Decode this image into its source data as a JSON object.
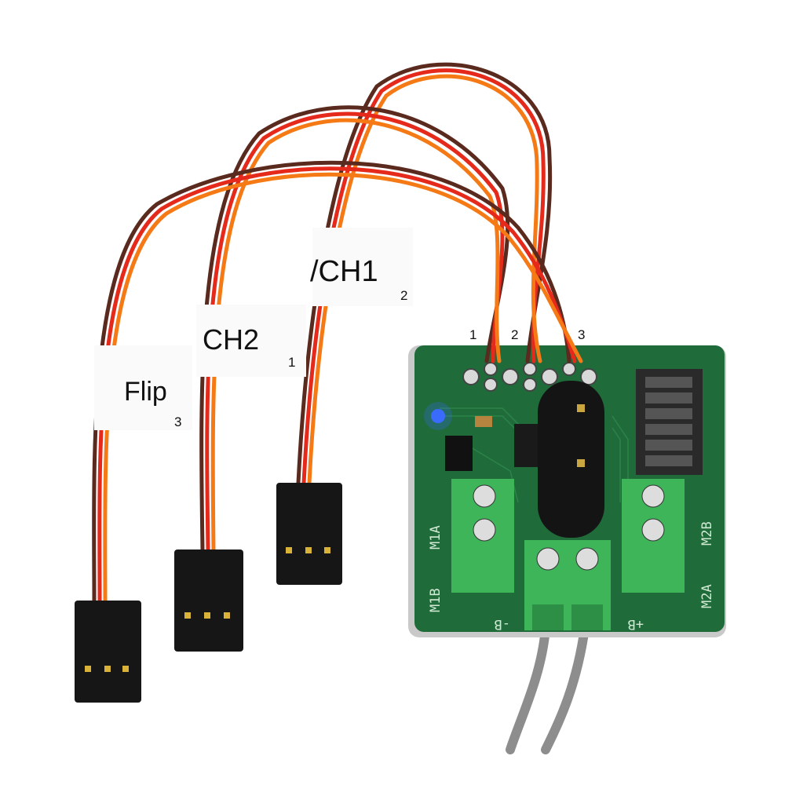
{
  "labels": {
    "ch1": {
      "text": "/CH1",
      "number": "2"
    },
    "ch2": {
      "text": "CH2",
      "number": "1"
    },
    "flip": {
      "text": "Flip",
      "number": "3"
    }
  },
  "pin_numbers": [
    "1",
    "2",
    "3"
  ],
  "board": {
    "m1a": "M1A",
    "m1b": "M1B",
    "m2a": "M2A",
    "m2b": "M2B",
    "neg": "-B",
    "pos": "+B"
  },
  "colors": {
    "pcb": "#1f6b3a",
    "terminal": "#3fb55a",
    "wire_red": "#e52a1c",
    "wire_orange": "#f57a16",
    "wire_brown": "#5a2a1e",
    "led": "#3a6bff"
  }
}
